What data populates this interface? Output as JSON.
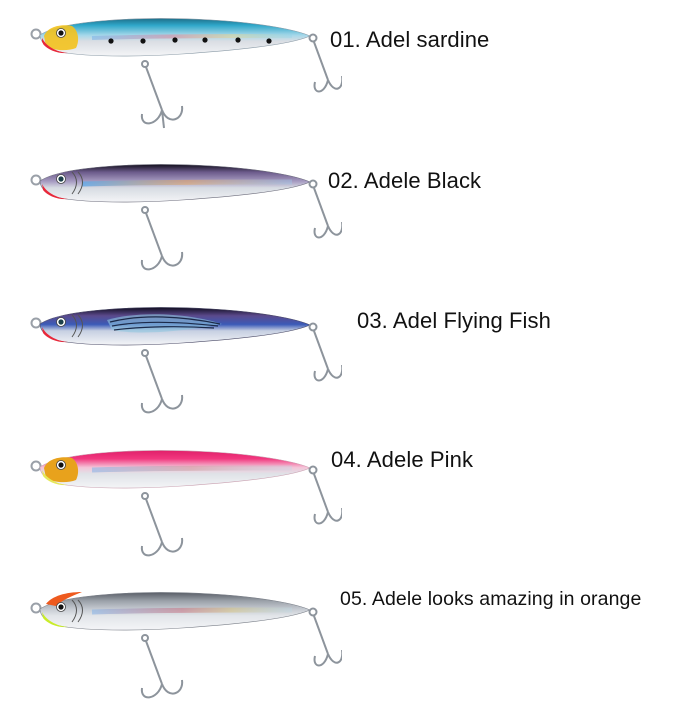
{
  "catalog": {
    "items": [
      {
        "number": "01",
        "label": "01. Adel sardine",
        "name": "Adel sardine",
        "colors": {
          "back": "#2fa7c9",
          "mid": "#a7d8ea",
          "belly": "#e9edf0",
          "head": "#f3c21e",
          "chin": "#e8283a"
        },
        "pattern": "black spots along lateral line"
      },
      {
        "number": "02",
        "label": "02. Adele Black",
        "name": "Adele Black",
        "colors": {
          "back": "#1e1a2e",
          "mid": "#8a7aa8",
          "belly": "#e7e9ee",
          "head": "#c9c3d6",
          "chin": "#e8283a"
        },
        "pattern": "holographic stripe"
      },
      {
        "number": "03",
        "label": "03. Adel Flying Fish",
        "name": "Adel Flying Fish",
        "colors": {
          "back": "#221c3a",
          "mid": "#3b5bb8",
          "belly": "#e6eaf0",
          "head": "#b9bed0",
          "chin": "#e8283a"
        },
        "pattern": "flying fish wing"
      },
      {
        "number": "04",
        "label": "04. Adele Pink",
        "name": "Adele Pink",
        "colors": {
          "back": "#f2387f",
          "mid": "#f4b6cf",
          "belly": "#eceef0",
          "head": "#e8a21c",
          "chin": "#e6e85a"
        },
        "pattern": "holographic stripe"
      },
      {
        "number": "05",
        "label": "05. Adele looks amazing in orange",
        "name": "Adele looks amazing in orange",
        "colors": {
          "back": "#8a8f98",
          "mid": "#c7ccd3",
          "belly": "#eef0f2",
          "head": "#ee5a1e",
          "chin": "#c9ec2a"
        },
        "pattern": "holographic stripe"
      }
    ]
  }
}
